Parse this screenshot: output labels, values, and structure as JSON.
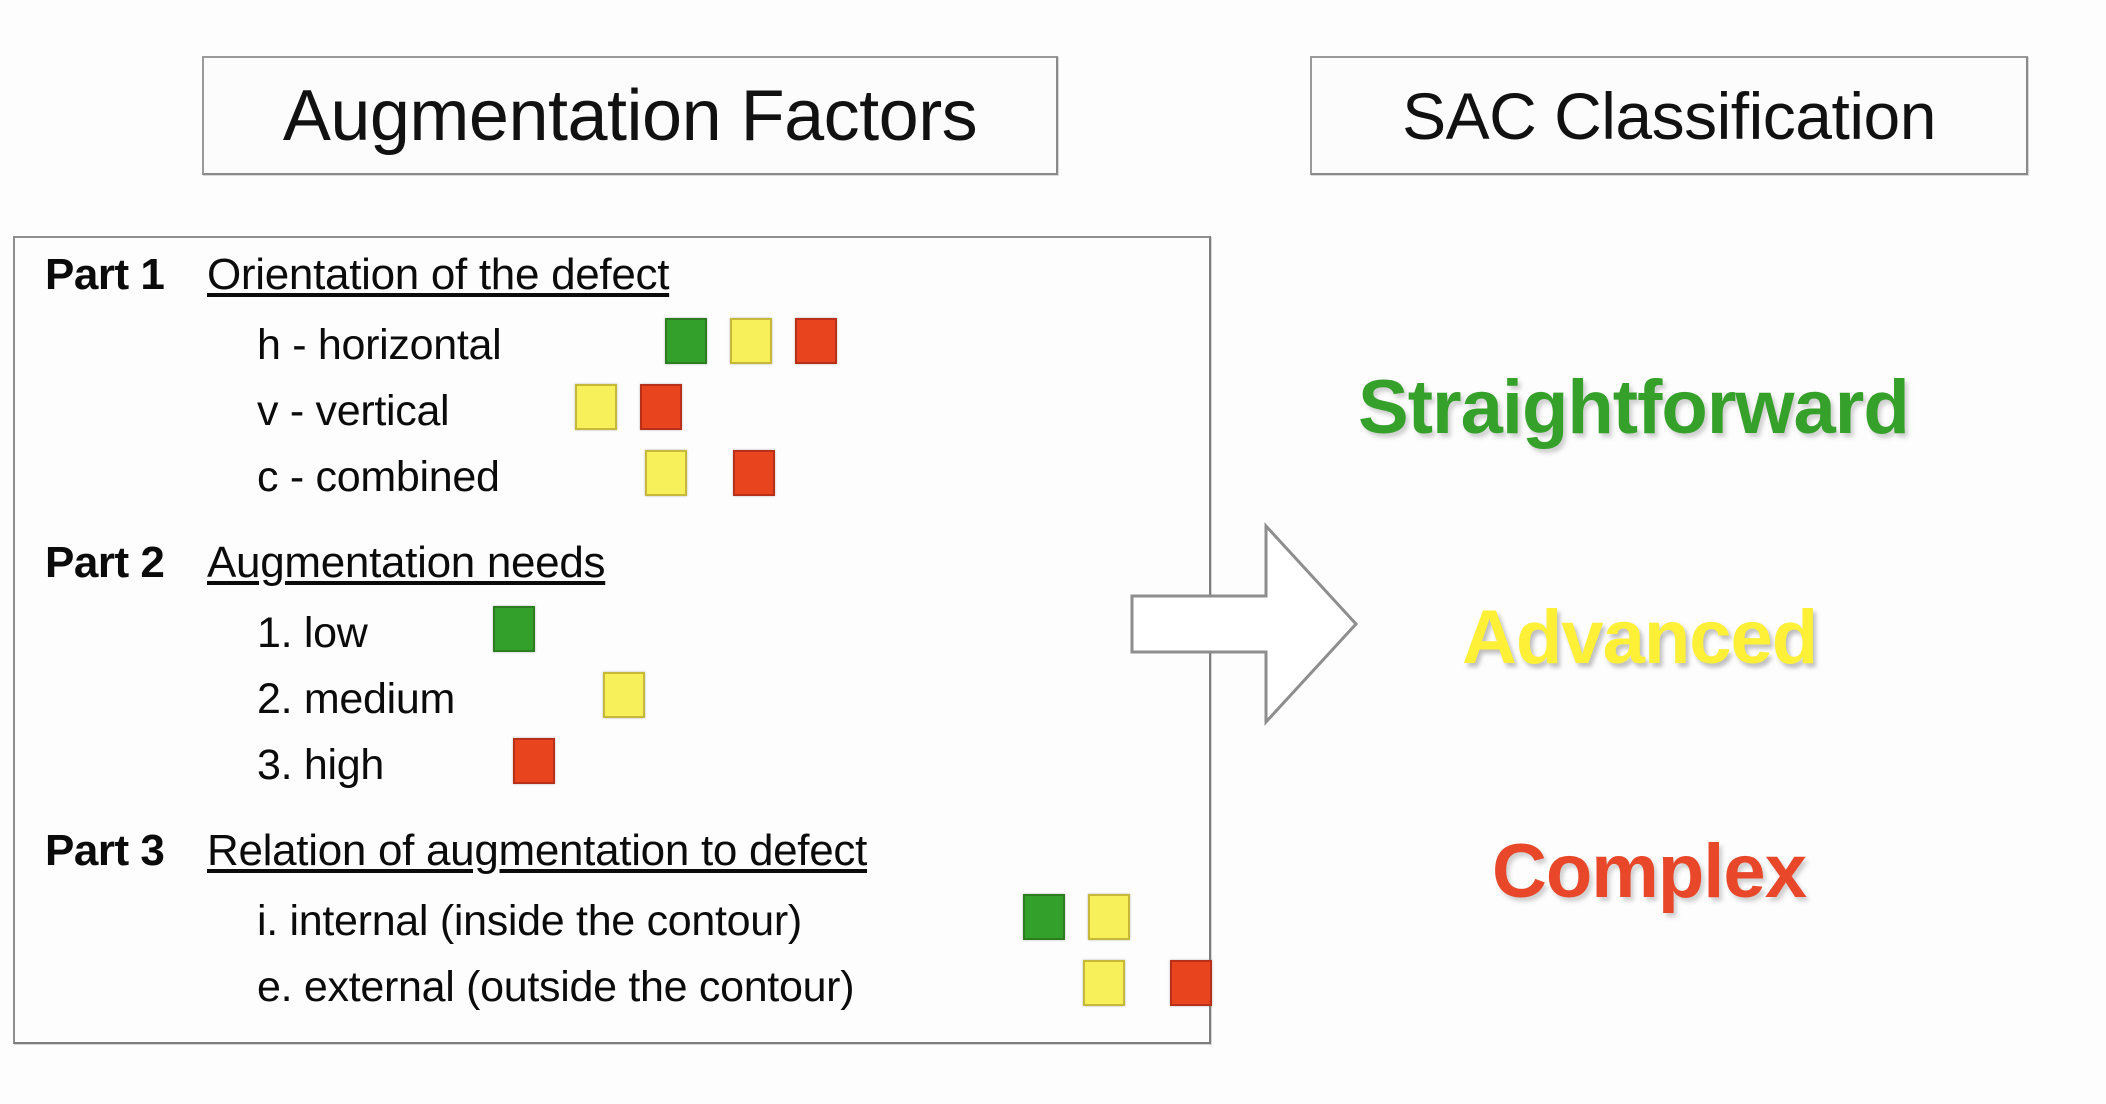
{
  "headers": {
    "left_title": "Augmentation Factors",
    "right_title": "SAC Classification"
  },
  "colors": {
    "green": "#33a02c",
    "yellow": "#f8f05a",
    "red": "#e8451f",
    "straightforward_text": "#35a02a",
    "advanced_text": "#fdf036",
    "complex_text": "#e8472a",
    "box_border": "#7d7d7d"
  },
  "factors": {
    "parts": [
      {
        "label": "Part 1",
        "title": "Orientation of the defect",
        "options": [
          {
            "text": "h - horizontal",
            "chips": [
              "green",
              "yellow",
              "red"
            ]
          },
          {
            "text": "v - vertical",
            "chips": [
              "yellow",
              "red"
            ]
          },
          {
            "text": "c - combined",
            "chips": [
              "yellow",
              "red"
            ]
          }
        ]
      },
      {
        "label": "Part 2",
        "title": "Augmentation needs",
        "options": [
          {
            "text": "1. low",
            "chips": [
              "green"
            ]
          },
          {
            "text": "2. medium",
            "chips": [
              "yellow"
            ]
          },
          {
            "text": "3. high",
            "chips": [
              "red"
            ]
          }
        ]
      },
      {
        "label": "Part 3",
        "title": "Relation of augmentation to defect",
        "options": [
          {
            "text": "i. internal (inside the contour)",
            "chips": [
              "green",
              "yellow"
            ]
          },
          {
            "text": "e. external (outside the contour)",
            "chips": [
              "yellow",
              "red"
            ]
          }
        ]
      }
    ]
  },
  "classification": {
    "items": [
      {
        "label": "Straightforward",
        "color": "#35a02a"
      },
      {
        "label": "Advanced",
        "color": "#fdf036"
      },
      {
        "label": "Complex",
        "color": "#e8472a"
      }
    ]
  },
  "arrow": {
    "icon": "right-block-arrow-icon",
    "direction": "right"
  }
}
